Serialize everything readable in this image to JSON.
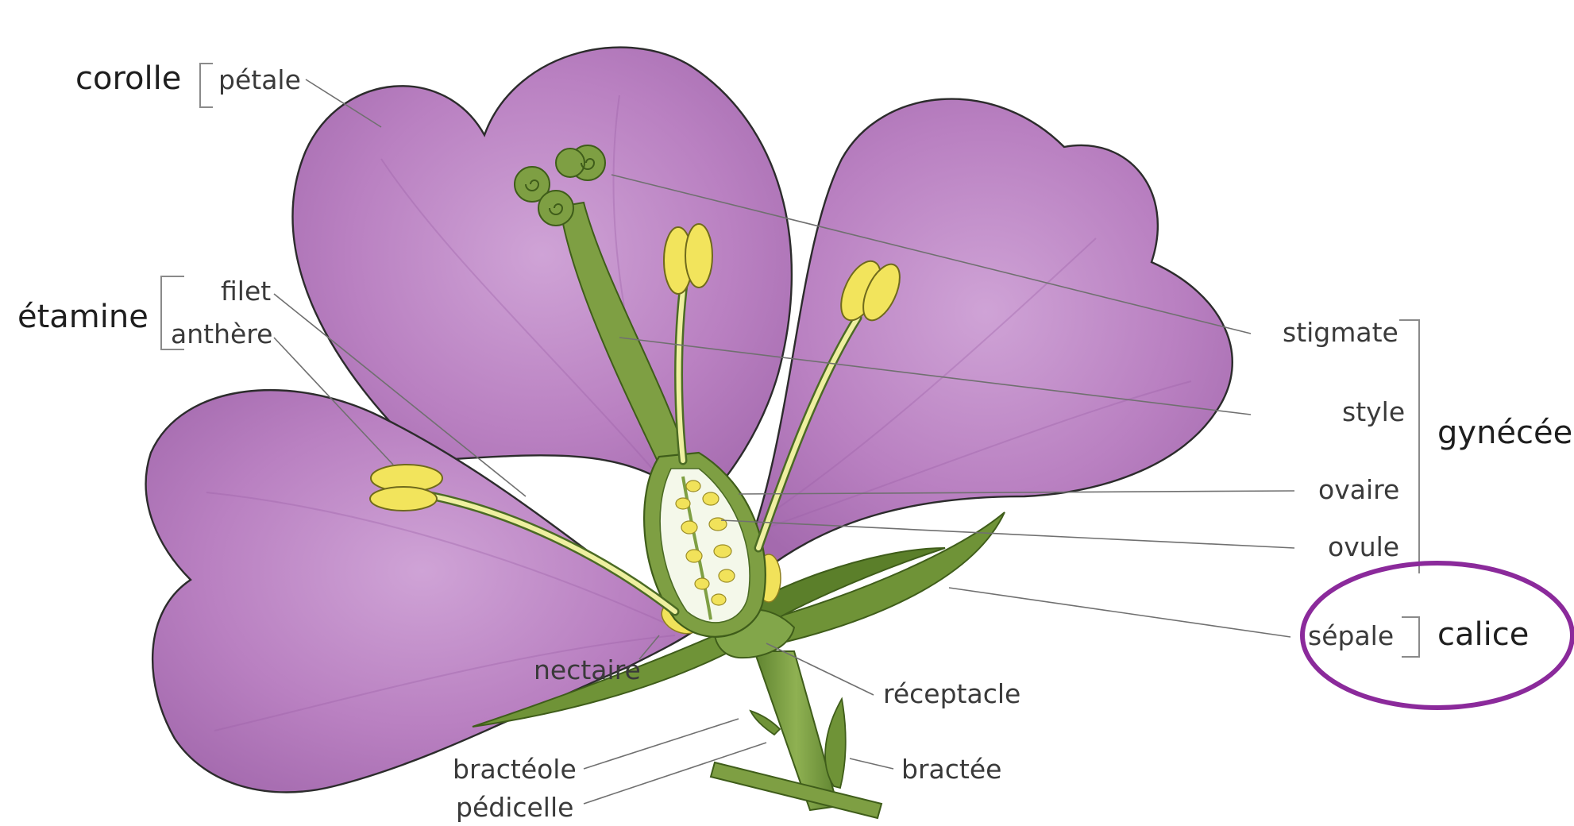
{
  "groups": {
    "corolle": "corolle",
    "etamine": "étamine",
    "gynecee": "gynécée",
    "calice": "calice"
  },
  "labels": {
    "petale": "pétale",
    "filet": "filet",
    "anthere": "anthère",
    "stigmate": "stigmate",
    "style": "style",
    "ovaire": "ovaire",
    "ovule": "ovule",
    "sepale": "sépale",
    "nectaire": "nectaire",
    "receptacle": "réceptacle",
    "bracteole": "bractéole",
    "bractee": "bractée",
    "pedicelle": "pédicelle"
  },
  "colors": {
    "petal": "#b57cbf",
    "petal_light": "#caa0d2",
    "stem_green": "#7e9f43",
    "dark_green": "#4b6b24",
    "anther_yellow": "#f2e45c",
    "ovary_fill": "#f4f8ea",
    "highlight_circle": "#8b2a9b"
  }
}
